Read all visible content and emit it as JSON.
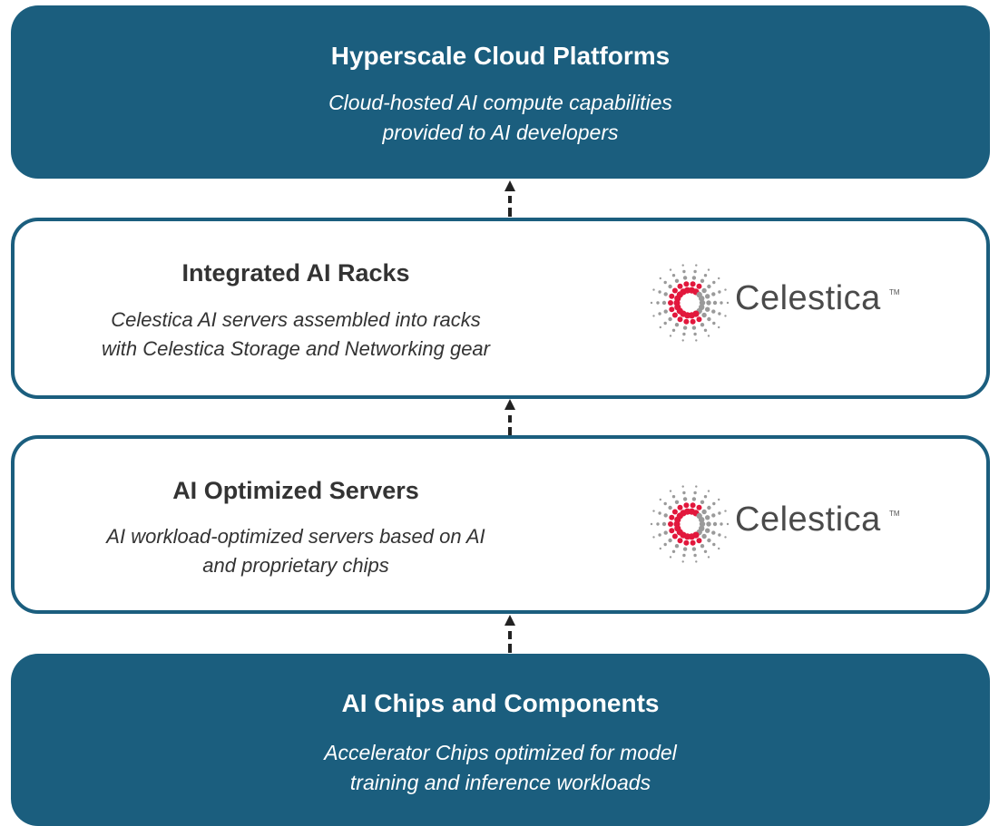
{
  "layers": {
    "top": {
      "title": "Hyperscale Cloud Platforms",
      "desc_lines": [
        "Cloud-hosted AI compute capabilities",
        "provided to AI developers"
      ]
    },
    "racks": {
      "title": "Integrated AI Racks",
      "desc_lines": [
        "Celestica AI servers assembled into racks",
        "with Celestica Storage and Networking gear"
      ],
      "logo_text": "Celestica",
      "logo_tm": "TM"
    },
    "servers": {
      "title": "AI Optimized Servers",
      "desc_lines": [
        "AI workload-optimized servers based on AI",
        "and proprietary chips"
      ],
      "logo_text": "Celestica",
      "logo_tm": "TM"
    },
    "chips": {
      "title": "AI Chips and Components",
      "desc_lines": [
        "Accelerator Chips optimized for model",
        "training and inference workloads"
      ]
    }
  },
  "colors": {
    "dark_fill": "#1b5e7e",
    "border": "#1b5e7e",
    "logo_red": "#e2173c",
    "logo_grey": "#9a9a9a"
  },
  "icons": {
    "logo": "celestica-starburst-logo",
    "arrow": "dashed-up-arrow"
  }
}
